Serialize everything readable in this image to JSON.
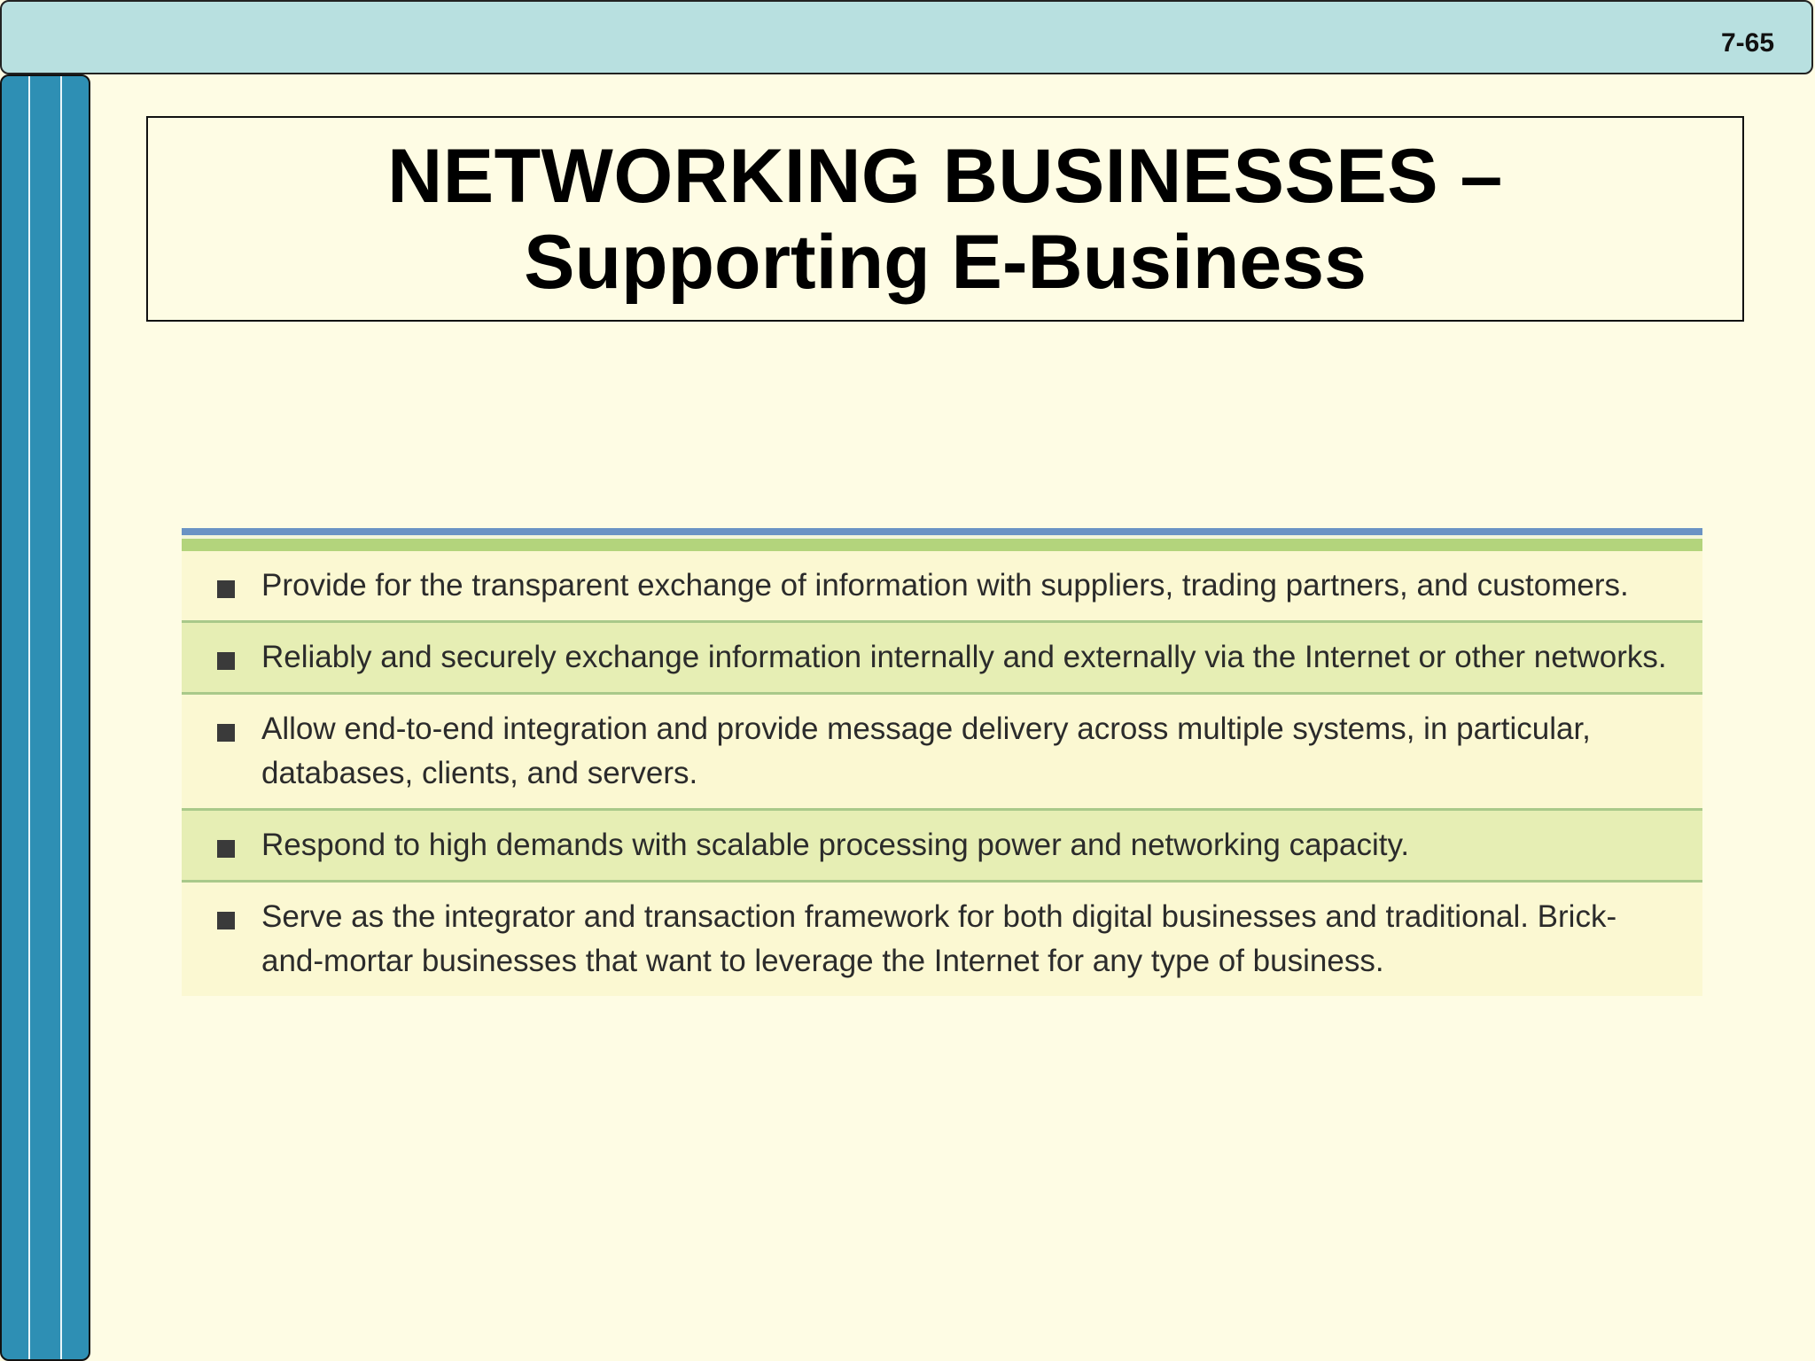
{
  "slide": {
    "number": "7-65",
    "title_line1": "NETWORKING BUSINESSES –",
    "title_line2": "Supporting E-Business"
  },
  "colors": {
    "background": "#fefce4",
    "top_bar": "#b8e0e0",
    "sidebar": "#2e8fb4",
    "table_rule_blue": "#6a93c4",
    "table_rule_green": "#b3d47c",
    "row_light": "#fbf8d2",
    "row_green": "#e6eeb4"
  },
  "table": {
    "rows": [
      {
        "text": "Provide for the transparent exchange of information with suppliers, trading partners, and customers.",
        "style": "light"
      },
      {
        "text": "Reliably and securely exchange information internally and externally via the Internet or other networks.",
        "style": "green"
      },
      {
        "text": "Allow end-to-end integration and provide message delivery across multiple systems, in particular, databases, clients, and servers.",
        "style": "light"
      },
      {
        "text": "Respond to high demands with scalable processing power and networking capacity.",
        "style": "green"
      },
      {
        "text": "Serve as the integrator and transaction framework for both digital businesses and traditional. Brick-and-mortar businesses that want to leverage the Internet for any type of business.",
        "style": "light"
      }
    ]
  }
}
